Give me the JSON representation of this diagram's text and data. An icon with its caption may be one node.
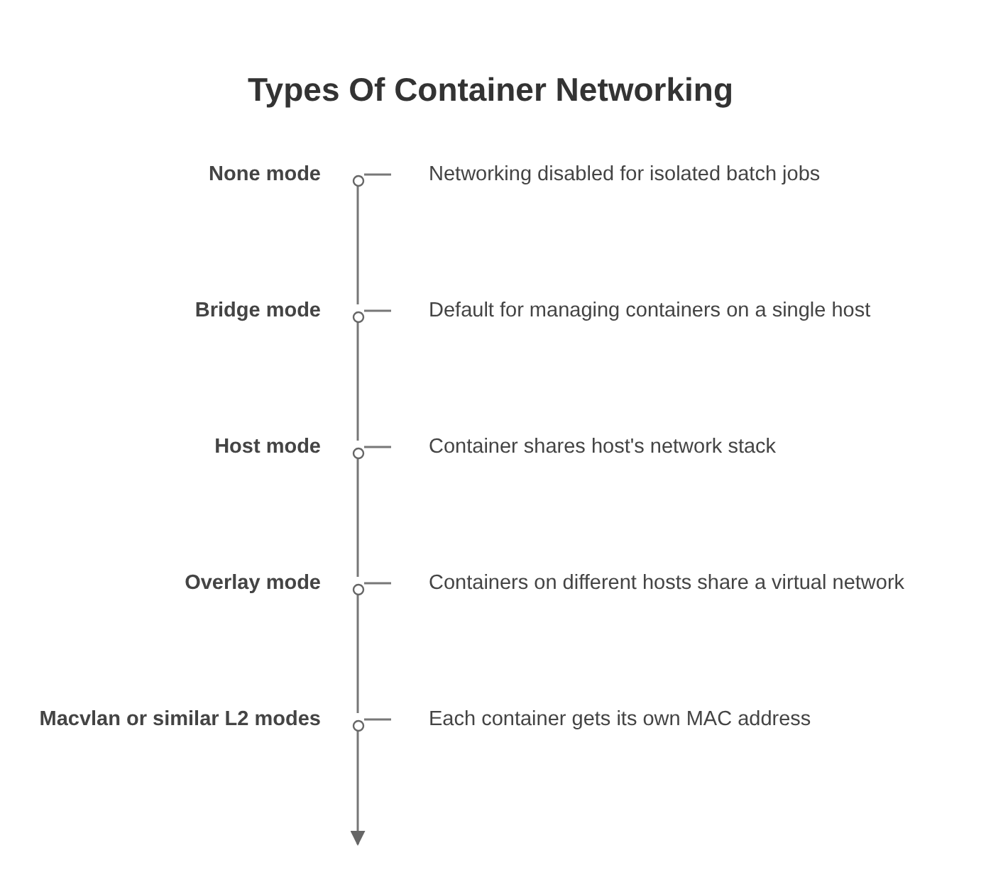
{
  "diagram": {
    "title": "Types Of Container Networking",
    "nodes": [
      {
        "text": [],
        "shape": "circle",
        "beside": [
          "None mode"
        ]
      },
      {
        "text": [
          "Networking disabled for isolated batch jobs"
        ]
      },
      {
        "text": [],
        "shape": "circle",
        "beside": [
          "Bridge mode"
        ]
      },
      {
        "text": [
          "Default for managing containers on a single host"
        ]
      },
      {
        "text": [],
        "shape": "circle",
        "beside": [
          "Host mode"
        ]
      },
      {
        "text": [
          "Container shares host's network stack"
        ]
      },
      {
        "text": [],
        "shape": "circle",
        "beside": [
          "Overlay mode"
        ]
      },
      {
        "text": [
          "Containers on different hosts share a virtual network"
        ]
      },
      {
        "text": [],
        "shape": "circle",
        "beside": [
          "Macvlan or similar L2 modes"
        ]
      },
      {
        "text": [
          "Each container gets its own MAC address"
        ]
      }
    ],
    "edges": [
      {
        "from": 0,
        "to": 1,
        "arrow": "none"
      },
      {
        "from": 0,
        "to": 2,
        "arrow": "none"
      },
      {
        "from": 2,
        "to": 3,
        "arrow": "none"
      },
      {
        "from": 2,
        "to": 4,
        "arrow": "none"
      },
      {
        "from": 4,
        "to": 5,
        "arrow": "none"
      },
      {
        "from": 4,
        "to": 6,
        "arrow": "none"
      },
      {
        "from": 6,
        "to": 7,
        "arrow": "none"
      },
      {
        "from": 6,
        "to": 8,
        "arrow": "none"
      },
      {
        "from": 8,
        "to": 9,
        "arrow": "none"
      },
      {
        "from": 8,
        "to": null,
        "arrow": "to"
      }
    ]
  }
}
